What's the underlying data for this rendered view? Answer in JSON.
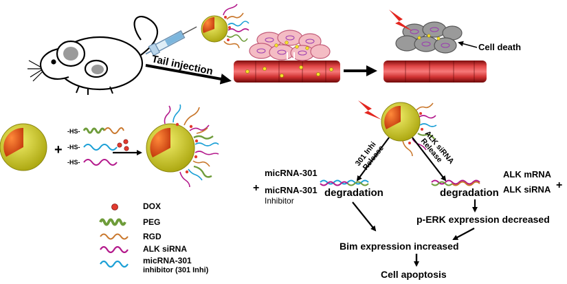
{
  "labels": {
    "tail_injection": "Tail injection",
    "cell_death": "Cell death",
    "release_301": [
      "301 Inhi",
      "Release"
    ],
    "release_alk": [
      "ALK siRNA",
      "Release"
    ],
    "hs_prefix": [
      "-HS-",
      "-HS-",
      "-HS-"
    ],
    "plus": "+",
    "left_mirna": "micRNA-301",
    "left_inhibitor": [
      "micRNA-301",
      "Inhibitor"
    ],
    "degradation": "degradation",
    "right_mrna": "ALK mRNA",
    "right_sirna": "ALK siRNA",
    "perk": "p-ERK expression decreased",
    "bim": "Bim expression increased",
    "apoptosis": "Cell apoptosis"
  },
  "legend": [
    {
      "label": "DOX",
      "icon": "dox-dot"
    },
    {
      "label": "PEG",
      "icon": "peg-coil"
    },
    {
      "label": "RGD",
      "icon": "rgd-wave"
    },
    {
      "label": "ALK siRNA",
      "icon": "alk-sirna-wave"
    },
    {
      "label": "micRNA-301 inhibitor (301 Inhi)",
      "lines": [
        "micRNA-301",
        "inhibitor (301 Inhi)"
      ],
      "icon": "inhibitor-wave"
    }
  ],
  "colors": {
    "peg": "#6e9c3a",
    "rgd": "#c9772c",
    "alk_sirna": "#b3188b",
    "inhibitor": "#1a9fd6",
    "dox": "#e23b2f",
    "np_shell": "#c9c41a",
    "np_core": "#e5561d",
    "vessel": "#c01c1c",
    "cell": "#f4bcc4",
    "dead_cell": "#8e8e8e",
    "laser": "#e3261f"
  }
}
